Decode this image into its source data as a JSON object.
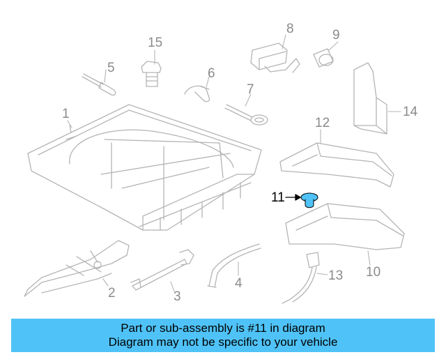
{
  "diagram": {
    "callouts": [
      {
        "id": "1",
        "label": "1"
      },
      {
        "id": "2",
        "label": "2"
      },
      {
        "id": "3",
        "label": "3"
      },
      {
        "id": "4",
        "label": "4"
      },
      {
        "id": "5",
        "label": "5"
      },
      {
        "id": "6",
        "label": "6"
      },
      {
        "id": "7",
        "label": "7"
      },
      {
        "id": "8",
        "label": "8"
      },
      {
        "id": "9",
        "label": "9"
      },
      {
        "id": "10",
        "label": "10"
      },
      {
        "id": "11",
        "label": "11"
      },
      {
        "id": "12",
        "label": "12"
      },
      {
        "id": "13",
        "label": "13"
      },
      {
        "id": "14",
        "label": "14"
      },
      {
        "id": "15",
        "label": "15"
      }
    ],
    "highlighted_part": "11",
    "highlight_color": "#4fc3f7",
    "line_color": "#b4b4b4"
  },
  "banner": {
    "line1": "Part or sub-assembly is #11 in diagram",
    "line2": "Diagram may not be specific to your vehicle",
    "color": "#4fc3f7"
  }
}
